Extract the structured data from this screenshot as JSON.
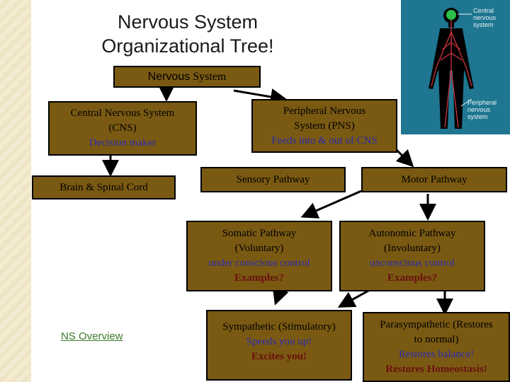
{
  "title": {
    "line1": "Nervous System",
    "line2": "Organizational Tree!"
  },
  "figure": {
    "label_cns_1": "Central",
    "label_cns_2": "nervous",
    "label_cns_3": "system",
    "label_pns_1": "Peripheral",
    "label_pns_2": "nervous",
    "label_pns_3": "system"
  },
  "nodes": {
    "root": {
      "word1": "Nervous",
      "word2": " System"
    },
    "cns": {
      "line1": "Central Nervous System",
      "line2": "(CNS)",
      "line3": "Decision maker"
    },
    "pns": {
      "line1": "Peripheral Nervous",
      "line2": "System (PNS)",
      "line3": "Feeds into & out of CNS"
    },
    "brain": {
      "label": "Brain & Spinal Cord"
    },
    "sensory": {
      "label": "Sensory Pathway"
    },
    "motor": {
      "label": "Motor Pathway"
    },
    "somatic": {
      "line1": "Somatic Pathway",
      "line2": "(Voluntary)",
      "line3": "under conscious control",
      "line4": "Examples?"
    },
    "autonomic": {
      "line1": "Autonomic Pathway",
      "line2": "(Involuntary)",
      "line3": "unconscious control",
      "line4": "Examples?"
    },
    "sympathetic": {
      "line1": "Sympathetic (Stimulatory)",
      "line2": "Speeds you up!",
      "line3": "Excites you!"
    },
    "parasympathetic": {
      "line1": "Parasympathetic (Restores",
      "line2": "to normal)",
      "line3": "Restores balance!",
      "line4": "Restores Homeostasis!"
    }
  },
  "link": {
    "label": "NS Overview"
  },
  "colors": {
    "box": "#7a5a12",
    "accent_blue": "#2a2ab0",
    "accent_maroon": "#6a1010",
    "link": "#3d7a2c"
  }
}
